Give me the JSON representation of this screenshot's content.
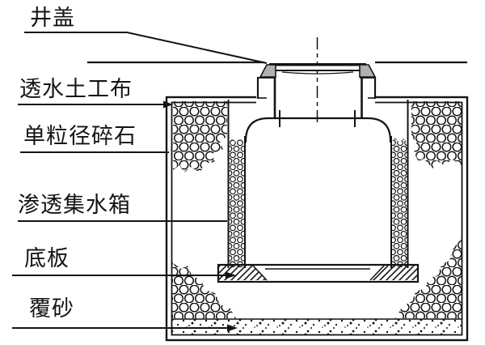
{
  "diagram": {
    "kind": "technical-section-drawing",
    "annotations": {
      "manhole_cover": "井盖",
      "geotextile": "透水土工布",
      "gravel": "单粒径碎石",
      "infiltration_tank": "渗透集水箱",
      "base_plate": "底板",
      "sand_cover": "覆砂"
    },
    "colors": {
      "line": "#141414",
      "background": "#ffffff",
      "frame_shading": "#b0b0b0"
    }
  }
}
